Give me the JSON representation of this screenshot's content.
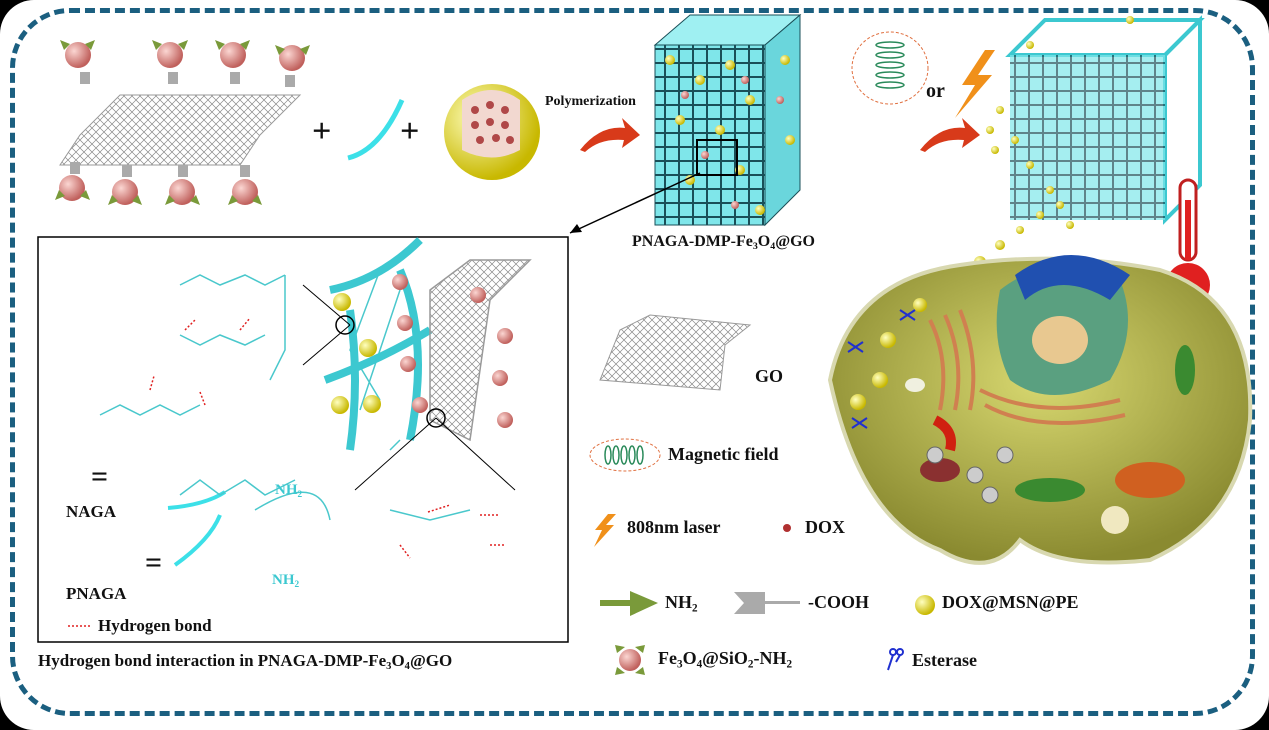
{
  "top": {
    "plus_1": "+",
    "plus_2": "+",
    "step_label": "Polymerization",
    "or_label": "or",
    "product_label_parts": [
      "PNAGA-DMP-Fe",
      "3",
      "O",
      "4",
      "@GO"
    ]
  },
  "inset": {
    "naga_label": "NAGA",
    "pnaga_label": "PNAGA",
    "equals": "=",
    "hbond_label": "Hydrogen bond",
    "caption_parts": [
      "Hydrogen bond interaction in PNAGA-DMP-Fe",
      "3",
      "O",
      "4",
      "@GO"
    ],
    "chem": {
      "naga_formula": "NH",
      "naga_formula_sub": "2",
      "pnaga_formula": "NH",
      "pnaga_formula_sub": "2"
    }
  },
  "legend": {
    "go": "GO",
    "magnetic": "Magnetic field",
    "laser": "808nm laser",
    "dox": "DOX",
    "nh2": "NH",
    "nh2_sub": "2",
    "cooh": "-COOH",
    "dox_msn": "DOX@MSN@PE",
    "fe3o4_parts": [
      "Fe",
      "3",
      "O",
      "4",
      "@SiO",
      "2",
      "-NH",
      "2"
    ],
    "esterase": "Esterase"
  },
  "colors": {
    "frame": "#1b5f80",
    "cyan": "#3cc8d0",
    "yellow": "#e8e000",
    "pink": "#e0908c",
    "green": "#7a9a3a",
    "red_arrow": "#d83a1a",
    "cell": "#b8b848"
  }
}
